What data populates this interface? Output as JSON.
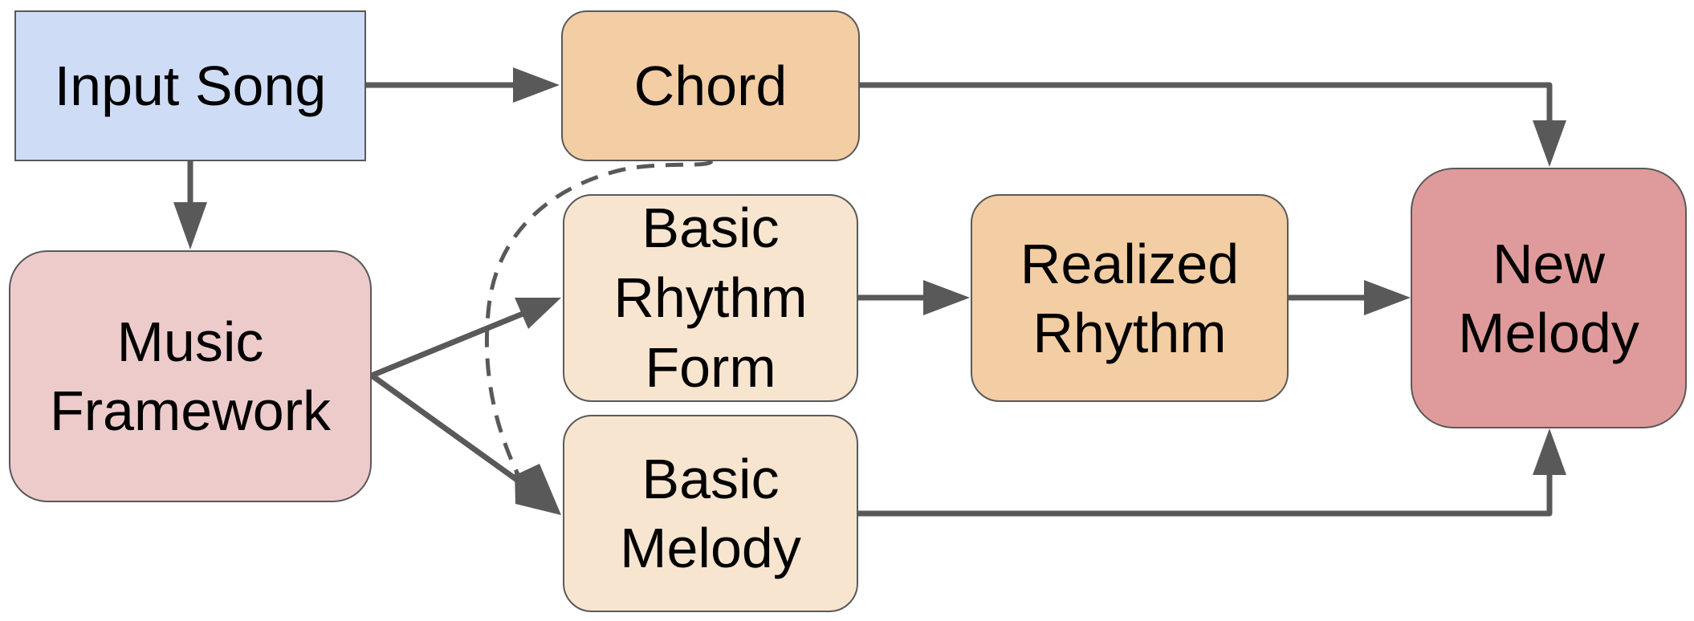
{
  "diagram": {
    "nodes": {
      "input_song": {
        "lines": [
          "Input Song"
        ],
        "color": "#cfdcf5"
      },
      "chord": {
        "lines": [
          "Chord"
        ],
        "color": "#f3cda3"
      },
      "music_framework": {
        "lines": [
          "Music",
          "Framework"
        ],
        "color": "#eecbcb"
      },
      "basic_rhythm_form": {
        "lines": [
          "Basic",
          "Rhythm",
          "Form"
        ],
        "color": "#f8e5d0"
      },
      "realized_rhythm": {
        "lines": [
          "Realized",
          "Rhythm"
        ],
        "color": "#f3cda3"
      },
      "basic_melody": {
        "lines": [
          "Basic",
          "Melody"
        ],
        "color": "#f8e5d0"
      },
      "new_melody": {
        "lines": [
          "New",
          "Melody"
        ],
        "color": "#df9b9b"
      }
    },
    "edges": [
      {
        "from": "Input Song",
        "to": "Chord",
        "style": "solid"
      },
      {
        "from": "Input Song",
        "to": "Music Framework",
        "style": "solid"
      },
      {
        "from": "Chord",
        "to": "New Melody",
        "style": "solid"
      },
      {
        "from": "Music Framework",
        "to": "Basic Rhythm Form",
        "style": "solid"
      },
      {
        "from": "Music Framework",
        "to": "Basic Melody",
        "style": "solid"
      },
      {
        "from": "Basic Rhythm Form",
        "to": "Realized Rhythm",
        "style": "solid"
      },
      {
        "from": "Realized Rhythm",
        "to": "New Melody",
        "style": "solid"
      },
      {
        "from": "Basic Melody",
        "to": "New Melody",
        "style": "solid"
      },
      {
        "from": "Chord",
        "to": "Basic Melody",
        "style": "dashed"
      }
    ],
    "colors": {
      "stroke": "#595959",
      "text": "#000000"
    }
  }
}
